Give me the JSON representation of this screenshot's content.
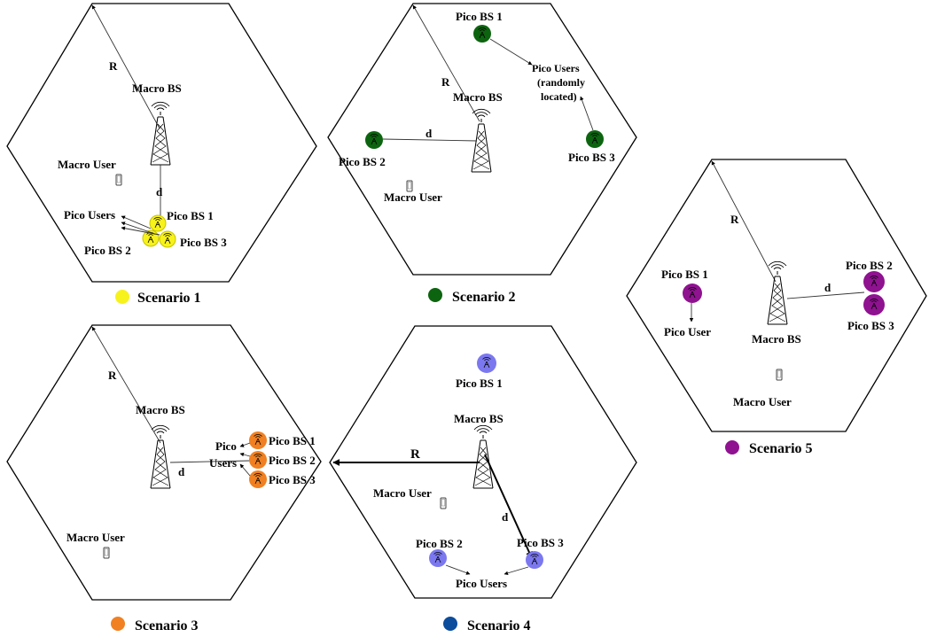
{
  "colors": {
    "scenario1": "#f7f21b",
    "scenario2": "#0d6410",
    "scenario3": "#f08021",
    "scenario4": "#7b78ef",
    "scenario4_legend": "#0b4c9c",
    "scenario5": "#8f1290"
  },
  "icons": [
    "macro-bs-tower-icon",
    "pico-bs-antenna-icon",
    "macro-user-phone-icon"
  ],
  "scenario1": {
    "caption": "Scenario 1",
    "r": "R",
    "macro_bs": "Macro BS",
    "macro_user": "Macro User",
    "d": "d",
    "pico_users": "Pico Users",
    "pico_bs_1": "Pico BS 1",
    "pico_bs_2": "Pico BS 2",
    "pico_bs_3": "Pico BS 3"
  },
  "scenario2": {
    "caption": "Scenario 2",
    "pico_bs_1": "Pico BS 1",
    "r": "R",
    "macro_bs": "Macro BS",
    "d": "d",
    "pico_bs_2": "Pico BS 2",
    "pico_bs_3": "Pico BS 3",
    "macro_user": "Macro User",
    "pico_users_line1": "Pico Users",
    "pico_users_line2": "(randomly",
    "pico_users_line3": "located)"
  },
  "scenario3": {
    "caption": "Scenario 3",
    "r": "R",
    "macro_bs": "Macro BS",
    "d": "d",
    "pico_line1": "Pico",
    "pico_line2": "Users",
    "pico_bs_1": "Pico BS 1",
    "pico_bs_2": "Pico BS 2",
    "pico_bs_3": "Pico BS 3",
    "macro_user": "Macro User"
  },
  "scenario4": {
    "caption": "Scenario 4",
    "pico_bs_1": "Pico BS 1",
    "macro_bs": "Macro BS",
    "r": "R",
    "macro_user": "Macro User",
    "d": "d",
    "pico_bs_2": "Pico BS 2",
    "pico_bs_3": "Pico BS 3",
    "pico_users": "Pico Users"
  },
  "scenario5": {
    "caption": "Scenario 5",
    "r": "R",
    "pico_bs_1": "Pico BS 1",
    "pico_user": "Pico User",
    "macro_bs": "Macro BS",
    "d": "d",
    "pico_bs_2": "Pico BS 2",
    "pico_bs_3": "Pico BS 3",
    "macro_user": "Macro User"
  }
}
